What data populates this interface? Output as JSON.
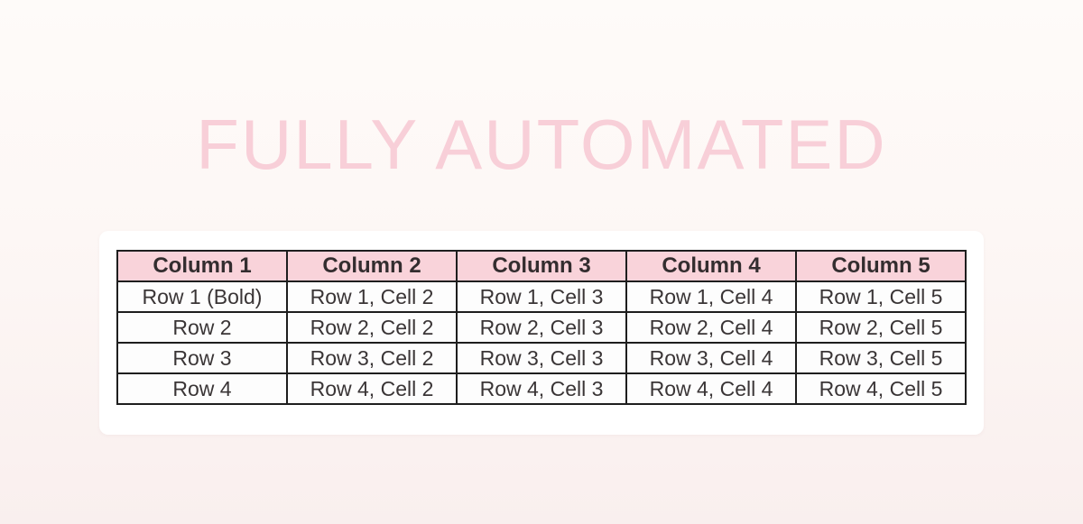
{
  "watermark": "FULLY AUTOMATED",
  "table": {
    "headers": [
      "Column 1",
      "Column 2",
      "Column 3",
      "Column 4",
      "Column 5"
    ],
    "rows": [
      [
        "Row 1 (Bold)",
        "Row 1, Cell 2",
        "Row 1, Cell 3",
        "Row 1, Cell 4",
        "Row 1, Cell 5"
      ],
      [
        "Row 2",
        "Row 2, Cell 2",
        "Row 2, Cell 3",
        "Row 2, Cell 4",
        "Row 2, Cell 5"
      ],
      [
        "Row 3",
        "Row 3, Cell 2",
        "Row 3, Cell 3",
        "Row 3, Cell 4",
        "Row 3, Cell 5"
      ],
      [
        "Row 4",
        "Row 4, Cell 2",
        "Row 4, Cell 3",
        "Row 4, Cell 4",
        "Row 4, Cell 5"
      ]
    ]
  },
  "colors": {
    "page_bg_top": "#fefbf9",
    "page_bg_bottom": "#f9efee",
    "watermark_color": "#f8cfd8",
    "card_bg": "#ffffff",
    "border_color": "#1e1e1e",
    "header_bg": "#f9d3da",
    "header_text": "#332d2f",
    "cell_text": "#3a3536",
    "cell_bg": "#fdfdfd"
  }
}
